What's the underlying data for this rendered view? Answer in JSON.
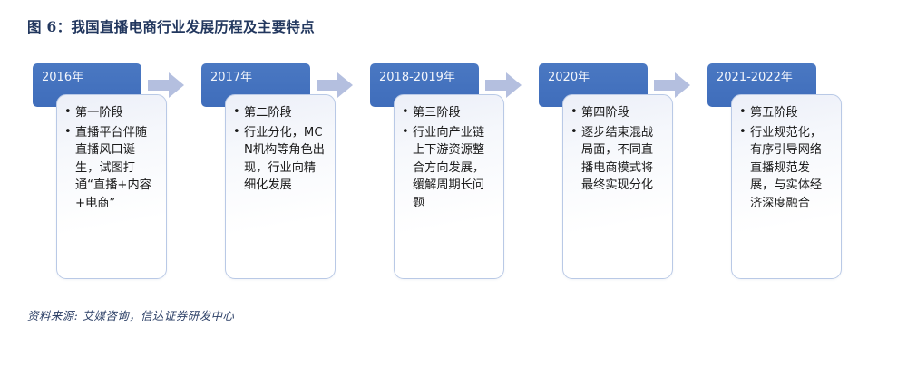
{
  "figure": {
    "title": "图 6：我国直播电商行业发展历程及主要特点",
    "source": "资料来源: 艾媒咨询，信达证券研发中心",
    "colors": {
      "title_text": "#22375e",
      "header_blue": "#3f6dbb",
      "header_text": "#f2f5fb",
      "arrow_fill": "#b4bfdf",
      "card_border": "#b9c9e6",
      "card_background": "#f6f8fc",
      "body_text": "#1a1a1a",
      "page_background": "#ffffff"
    }
  },
  "timeline": {
    "stages": [
      {
        "year": "2016年",
        "bullets": [
          "第一阶段",
          "直播平台伴随直播风口诞生，试图打通“直播+内容+电商”"
        ],
        "arrow_after": true,
        "arrow_icon": "right-arrow-icon"
      },
      {
        "year": "2017年",
        "bullets": [
          "第二阶段",
          "行业分化，MCN机构等角色出现，行业向精细化发展"
        ],
        "arrow_after": true,
        "arrow_icon": "right-arrow-icon"
      },
      {
        "year": "2018-2019年",
        "bullets": [
          "第三阶段",
          "行业向产业链上下游资源整合方向发展，缓解周期长问题"
        ],
        "arrow_after": true,
        "arrow_icon": "right-arrow-icon"
      },
      {
        "year": "2020年",
        "bullets": [
          "第四阶段",
          "逐步结束混战局面，不同直播电商模式将最终实现分化"
        ],
        "arrow_after": true,
        "arrow_icon": "right-arrow-icon"
      },
      {
        "year": "2021-2022年",
        "bullets": [
          "第五阶段",
          "行业规范化，有序引导网络直播规范发展，与实体经济深度融合"
        ],
        "arrow_after": false,
        "arrow_icon": ""
      }
    ]
  }
}
